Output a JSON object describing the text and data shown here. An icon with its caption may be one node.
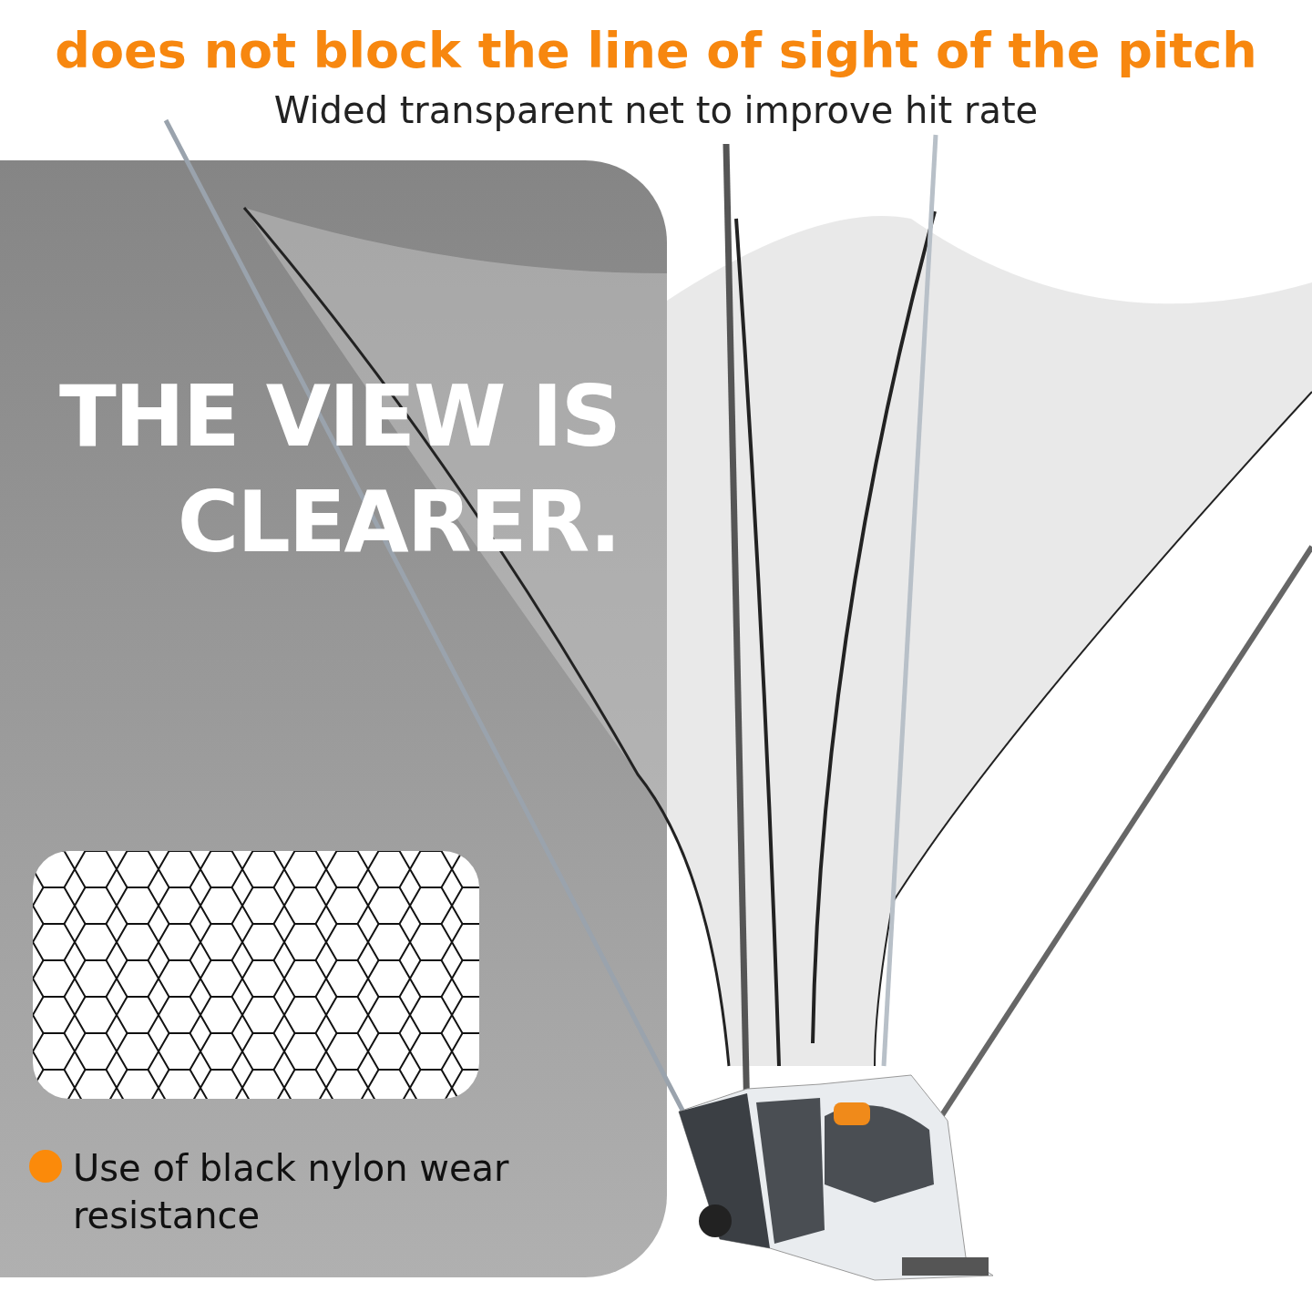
{
  "diagram": {
    "title": "does not block the line of sight of the pitch",
    "labels": [
      "Wided transparent net to improve hit rate",
      "THE VIEW IS CLEARER.",
      "Use of black nylon wear resistance"
    ]
  }
}
